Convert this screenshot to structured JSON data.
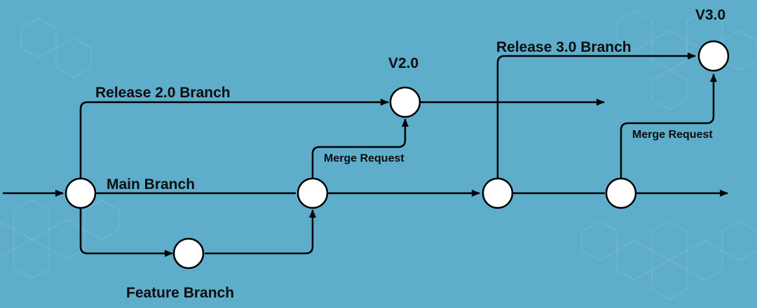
{
  "diagram": {
    "labels": {
      "main_branch": "Main Branch",
      "feature_branch": "Feature Branch",
      "release_2_branch": "Release 2.0 Branch",
      "release_3_branch": "Release 3.0 Branch",
      "merge_request_1": "Merge Request",
      "merge_request_2": "Merge Request",
      "v2": "V2.0",
      "v3": "V3.0"
    },
    "colors": {
      "background": "#5eadcb",
      "node_fill": "#ffffff",
      "stroke": "#000000"
    }
  }
}
